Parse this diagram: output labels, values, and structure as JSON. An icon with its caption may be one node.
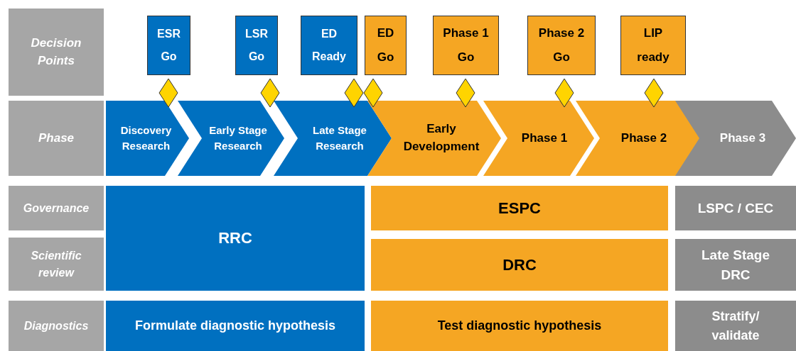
{
  "diagram": {
    "nodes": [
      {
        "text": [
          "Decision Points"
        ]
      },
      {
        "text": [
          "Phase"
        ]
      },
      {
        "text": [
          "Governance"
        ]
      },
      {
        "text": [
          "Scientific review"
        ]
      },
      {
        "text": [
          "Diagnostics"
        ]
      },
      {
        "text": [
          "ESR Go"
        ]
      },
      {
        "text": [
          "LSR Go"
        ]
      },
      {
        "text": [
          "ED Ready"
        ]
      },
      {
        "text": [
          "ED Go"
        ]
      },
      {
        "text": [
          "Phase 1 Go"
        ]
      },
      {
        "text": [
          "Phase 2 Go"
        ]
      },
      {
        "text": [
          "LIP ready"
        ]
      },
      {
        "text": [
          "Discovery Research"
        ]
      },
      {
        "text": [
          "Early Stage Research"
        ]
      },
      {
        "text": [
          "Late Stage Research"
        ]
      },
      {
        "text": [
          "Early Development"
        ]
      },
      {
        "text": [
          "Phase 1"
        ]
      },
      {
        "text": [
          "Phase 2"
        ]
      },
      {
        "text": [
          "Phase 3"
        ]
      },
      {
        "text": [
          "RRC"
        ]
      },
      {
        "text": [
          "ESPC"
        ]
      },
      {
        "text": [
          "LSPC / CEC"
        ]
      },
      {
        "text": [
          "DRC"
        ]
      },
      {
        "text": [
          "Late Stage DRC"
        ]
      },
      {
        "text": [
          "Formulate diagnostic hypothesis"
        ]
      },
      {
        "text": [
          "Test diagnostic hypothesis"
        ]
      },
      {
        "text": [
          "Stratify/ validate"
        ]
      }
    ],
    "edges": []
  }
}
